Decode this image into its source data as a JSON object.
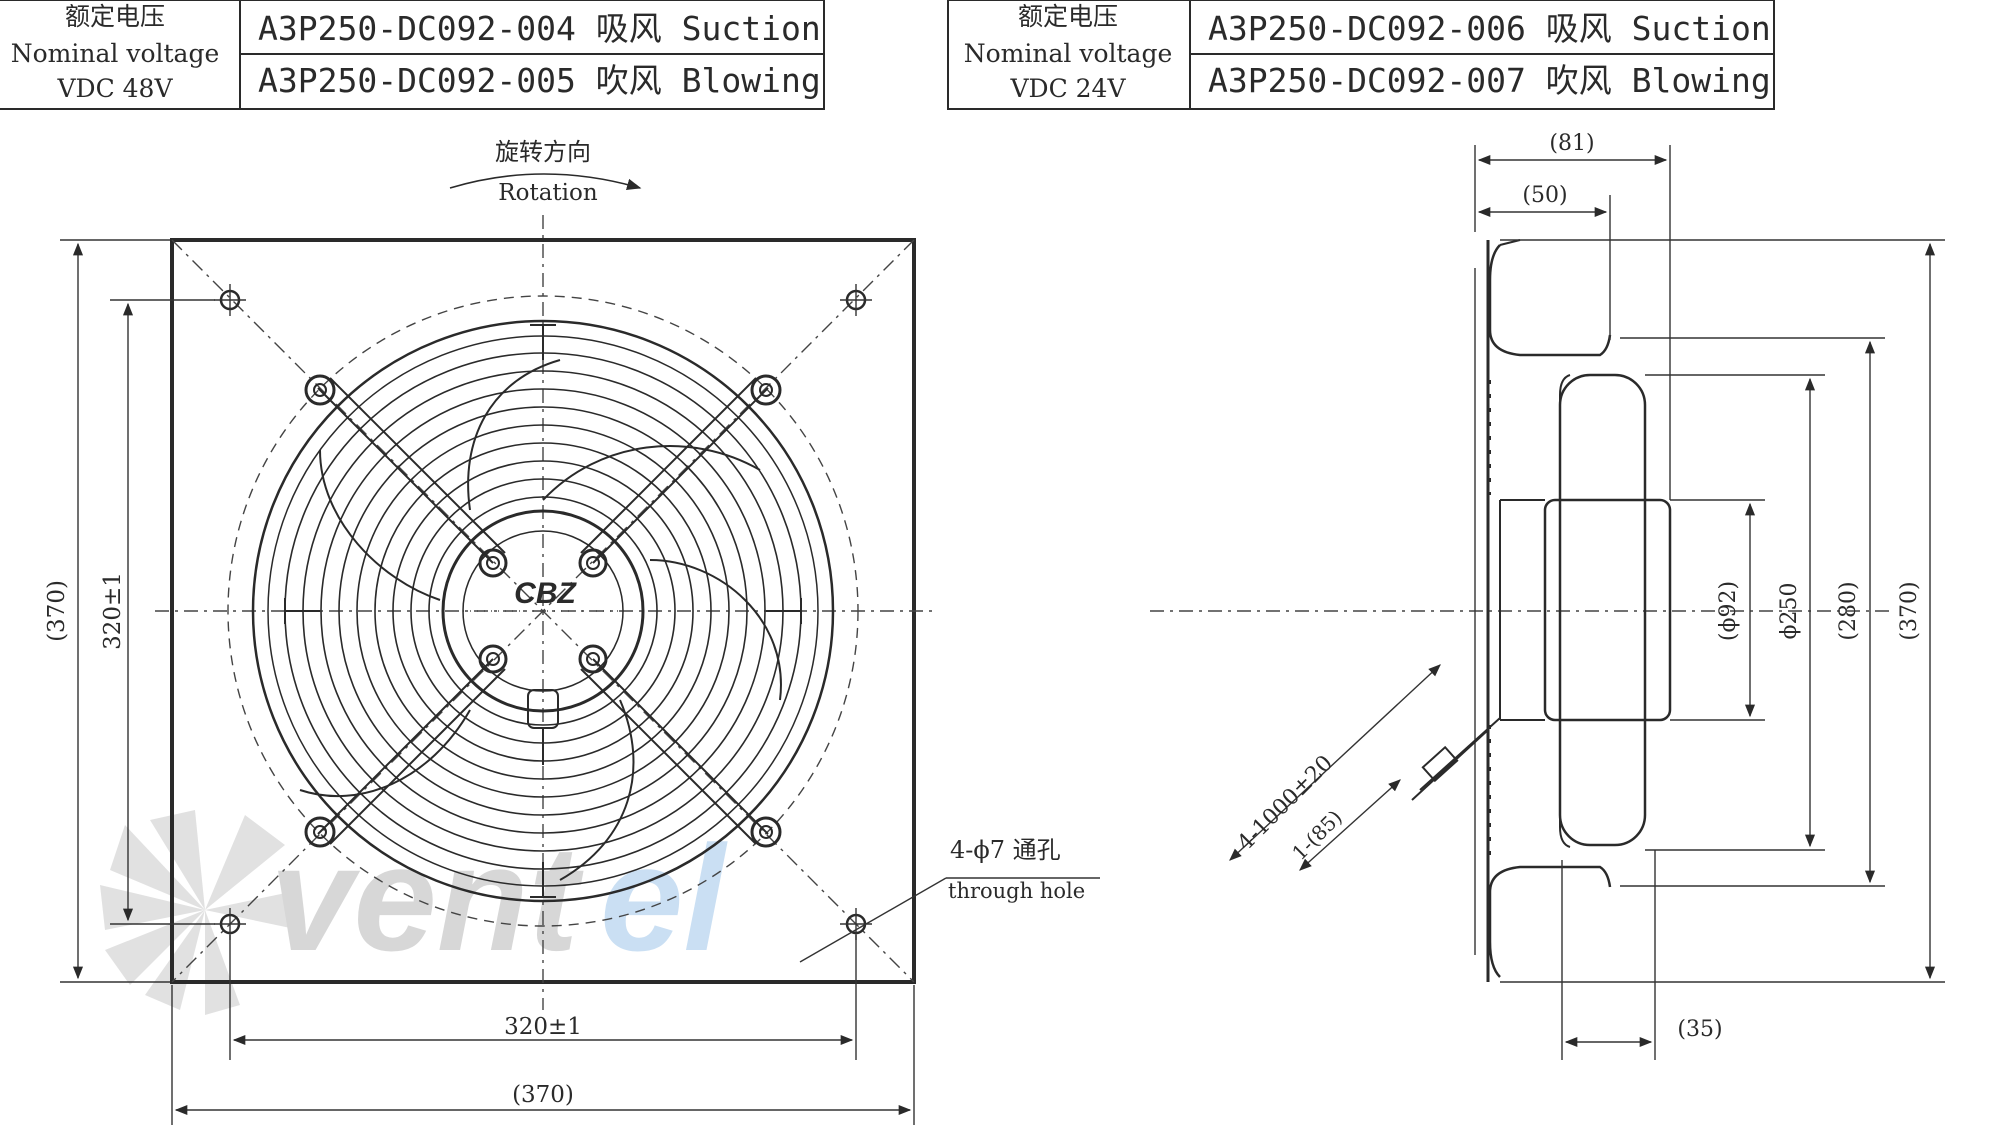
{
  "tables": [
    {
      "voltage_cn": "额定电压",
      "voltage_en": "Nominal voltage",
      "voltage_val": "VDC 48V",
      "row1": "A3P250-DC092-004 吸风 Suction",
      "row2": "A3P250-DC092-005 吹风 Blowing"
    },
    {
      "voltage_cn": "额定电压",
      "voltage_en": "Nominal voltage",
      "voltage_val": "VDC 24V",
      "row1": "A3P250-DC092-006 吸风 Suction",
      "row2": "A3P250-DC092-007 吹风 Blowing"
    }
  ],
  "front_view": {
    "rotation_cn": "旋转方向",
    "rotation_en": "Rotation",
    "dim_height": "(370)",
    "dim_hole_v": "320±1",
    "dim_hole_h": "320±1",
    "dim_width": "(370)",
    "hole_note": "4-ϕ7 通孔",
    "hole_note_en": "through hole"
  },
  "side_view": {
    "dim_81": "(81)",
    "dim_50": "(50)",
    "dim_92": "(ϕ92)",
    "dim_250": "ϕ250",
    "dim_280": "(280)",
    "dim_370": "(370)",
    "dim_35": "(35)",
    "cable_len": "4-1000±20",
    "cable_85": "1-(85)"
  },
  "watermark": "ventel",
  "colors": {
    "line": "#2a2a2a",
    "watermark_grey": "#b8b8b8",
    "watermark_blue": "#9fc6ea"
  }
}
